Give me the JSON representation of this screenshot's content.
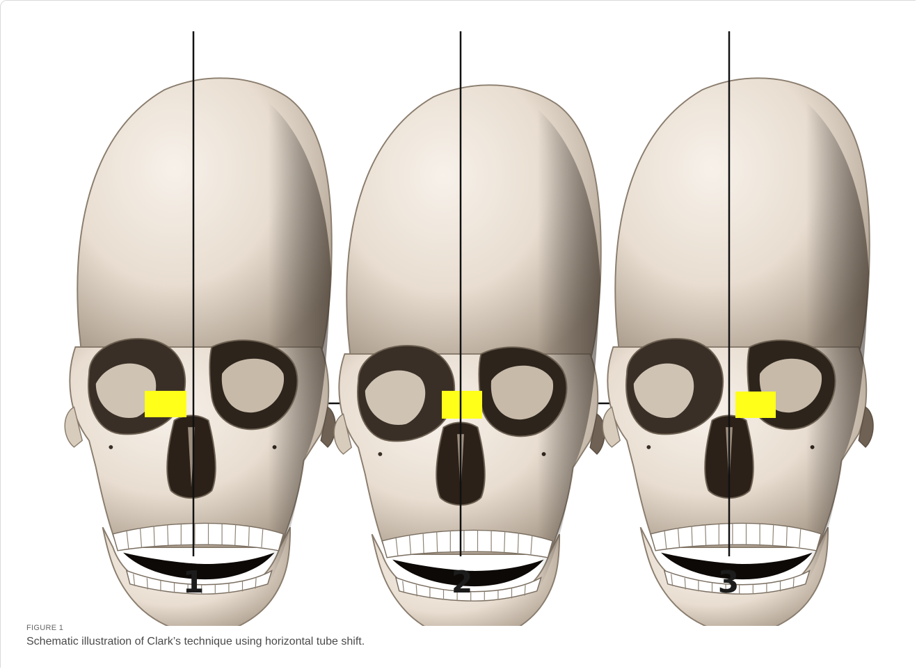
{
  "figure": {
    "label": "FIGURE 1",
    "caption": "Schematic illustration of Clark’s technique using horizontal tube shift.",
    "panels": [
      {
        "number": "1",
        "highlight_color": "#ffff1a"
      },
      {
        "number": "2",
        "highlight_color": "#ffff1a"
      },
      {
        "number": "3",
        "highlight_color": "#ffff1a"
      }
    ],
    "colors": {
      "bone": "#ece2d6",
      "bone_shade": "#b8ab9c",
      "line": "#111111",
      "highlight": "#ffff1a"
    }
  }
}
